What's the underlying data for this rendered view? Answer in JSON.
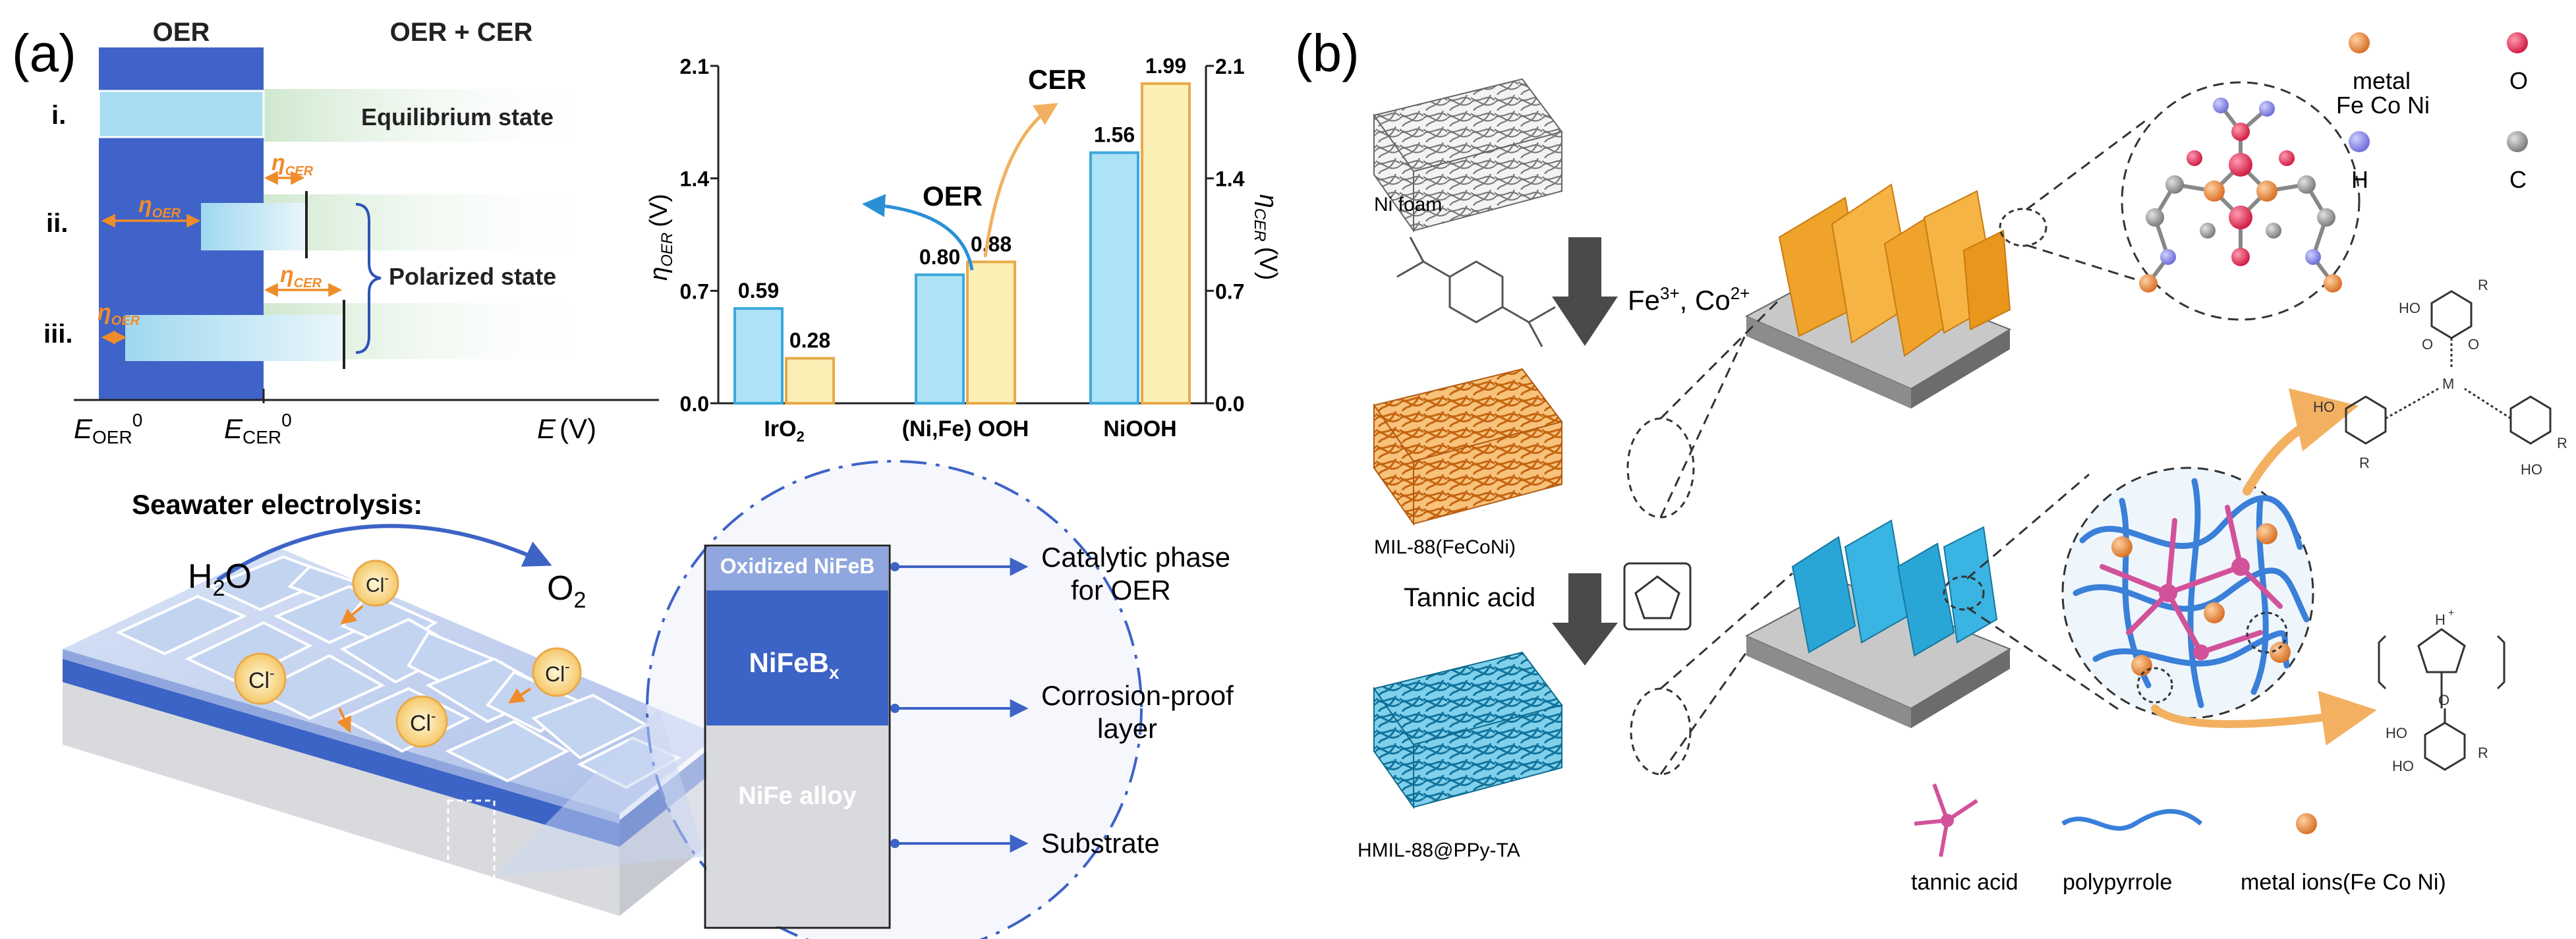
{
  "panel_labels": {
    "a": "(a)",
    "b": "(b)"
  },
  "energy_diagram": {
    "header_left": "OER",
    "header_right": "OER + CER",
    "row_labels": [
      "i.",
      "ii.",
      "iii."
    ],
    "equilibrium_label": "Equilibrium state",
    "polarized_label": "Polarized state",
    "eta_oer": "η",
    "eta_oer_sub": "OER",
    "eta_cer": "η",
    "eta_cer_sub": "CER",
    "x_label_1": "E",
    "x_label_1_sub": "OER",
    "x_label_1_sup": "0",
    "x_label_2": "E",
    "x_label_2_sub": "CER",
    "x_label_2_sup": "0",
    "x_label_3": "E",
    "x_label_3_unit": "(V)",
    "colors": {
      "band": "#3f63c8",
      "light_band": "#a8dcf2",
      "green": "#dcefd8",
      "orange": "#f08c2a",
      "brace": "#2c54b8"
    }
  },
  "chart_data": {
    "type": "bar",
    "categories": [
      "IrO2",
      "(Ni,Fe) OOH",
      "NiOOH"
    ],
    "category_display": [
      {
        "main": "IrO",
        "sub": "2",
        "rest": ""
      },
      {
        "main": "(Ni,Fe) OOH",
        "sub": "",
        "rest": ""
      },
      {
        "main": "NiOOH",
        "sub": "",
        "rest": ""
      }
    ],
    "series": [
      {
        "name": "OER",
        "values": [
          0.59,
          0.8,
          1.56
        ],
        "labels": [
          "0.59",
          "0.80",
          "1.56"
        ],
        "fill": "#aee2f6",
        "stroke": "#3ba9dc"
      },
      {
        "name": "CER",
        "values": [
          0.28,
          0.88,
          1.99
        ],
        "labels": [
          "0.28",
          "0.88",
          "1.99"
        ],
        "fill": "#fbefb6",
        "stroke": "#e8a94a"
      }
    ],
    "ylim": [
      0,
      2.1
    ],
    "yticks": [
      "0.0",
      "0.7",
      "1.4",
      "2.1"
    ],
    "ylabel_left": "η",
    "ylabel_left_sub": "OER",
    "ylabel_left_unit": "(V)",
    "ylabel_right": "η",
    "ylabel_right_sub": "CER",
    "ylabel_right_unit": "(V)",
    "annotation_oer": "OER",
    "annotation_cer": "CER",
    "grid": false
  },
  "seawater": {
    "title": "Seawater electrolysis:",
    "h2o": "H",
    "h2o_sub": "2",
    "h2o_rest": "O",
    "o2": "O",
    "o2_sub": "2",
    "cl": "Cl",
    "cl_sup": "-",
    "layers": {
      "top": "Oxidized NiFeB",
      "middle": "NiFeB",
      "middle_sub": "x",
      "bottom": "NiFe alloy"
    },
    "callouts": [
      "Catalytic phase",
      "for OER",
      "Corrosion-proof",
      "layer",
      "Substrate"
    ],
    "colors": {
      "surface": "#c9d8f2",
      "tile": "#b6cbef",
      "deep": "#3c63c6",
      "top_layer": "#8fa7de",
      "substrate": "#d8dade",
      "arrow": "#3d63c6",
      "cl_fill": "#fbe6a6"
    }
  },
  "synthesis": {
    "ni_foam": "Ni foam",
    "step1": "Fe",
    "step1_sup": "3+",
    "step1_rest": ", Co",
    "step1_sup2": "2+",
    "mil88": "MIL-88(FeCoNi)",
    "step2": "Tannic acid",
    "hmil": "HMIL-88@PPy-TA",
    "atom_legend": {
      "metal": "metal",
      "metal_elements": "Fe Co Ni",
      "o": "O",
      "h": "H",
      "c": "C"
    },
    "mol_labels": {
      "oh": "HO",
      "o": "O",
      "m": "M",
      "r": "R",
      "h": "H",
      "nplus": "+"
    },
    "bottom_legend": [
      "tannic acid",
      "polypyrrole",
      "metal ions(Fe Co Ni)"
    ],
    "colors": {
      "orange": "#f0a32a",
      "blue": "#2aa6d6",
      "gray_plate": "#8c8c8c",
      "metal_ion": "#e5883a",
      "o_atom": "#e0395a",
      "h_atom": "#8c8ce8",
      "c_atom": "#9a9a9a",
      "tannic": "#d2529a",
      "polypyrrole": "#3a7fd8"
    }
  }
}
